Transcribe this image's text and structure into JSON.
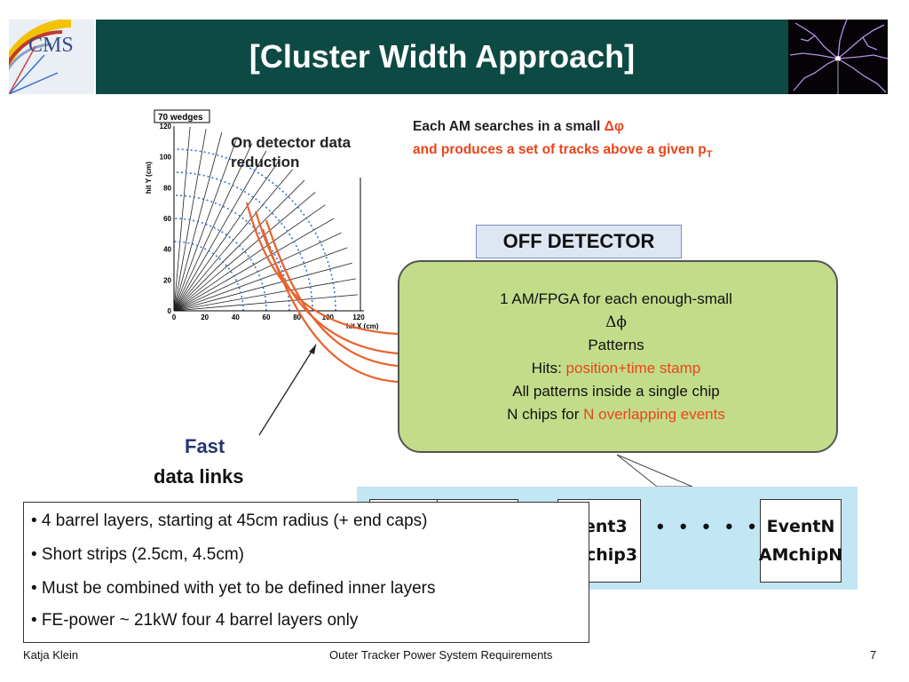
{
  "header": {
    "title": "[Cluster Width Approach]",
    "logo_text": "CMS"
  },
  "plot": {
    "box_label": "70 wedges",
    "y_axis_label": "hit Y (cm)",
    "x_axis_label": "hit X (cm)",
    "y_ticks": [
      "120",
      "100",
      "80",
      "60",
      "40",
      "20",
      "0"
    ],
    "x_ticks": [
      "0",
      "20",
      "40",
      "60",
      "80",
      "100",
      "120"
    ]
  },
  "on_detector": {
    "line1": "On detector data",
    "line2": "reduction"
  },
  "am_text": {
    "line1_prefix": "Each AM searches in a small ",
    "line1_symbol": "Δφ",
    "line2": "and produces a set of tracks above a given p",
    "line2_sub": "T"
  },
  "off_detector": "OFF DETECTOR",
  "green_box": {
    "line1": "1 AM/FPGA for each enough-small",
    "line2": "Δϕ",
    "line3": "Patterns",
    "line4_prefix": "Hits: ",
    "line4_highlight": "position+time stamp",
    "line5": "All patterns inside a single chip",
    "line6_prefix": "N chips for ",
    "line6_highlight": "N overlapping events"
  },
  "fast_links": {
    "line1": "Fast",
    "line2": "data links"
  },
  "chips": {
    "event3": "ent3",
    "chip3": "chip3",
    "dots": "• • • • •",
    "eventN": "EventN",
    "chipN": "AMchipN"
  },
  "bullets": [
    "• 4 barrel layers, starting at 45cm radius (+ end caps)",
    "• Short strips (2.5cm, 4.5cm)",
    "• Must be combined with yet to be defined inner layers",
    "• FE-power ~ 21kW four 4 barrel layers only"
  ],
  "footer": {
    "author": "Katja Klein",
    "title": "Outer Tracker Power System Requirements",
    "page": "7"
  },
  "colors": {
    "header_bar": "#0e4a44",
    "accent_red": "#e8451c",
    "green_box": "#c3dc8a",
    "blue_area": "#c2e6f3",
    "fast_blue": "#28346f"
  }
}
